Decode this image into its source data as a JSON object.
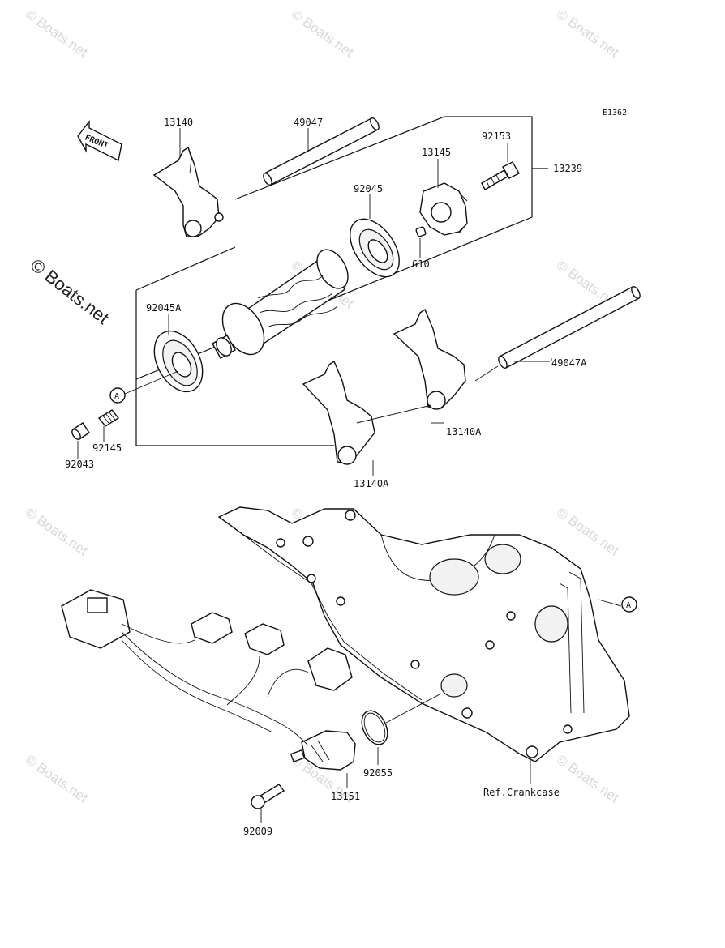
{
  "diagram": {
    "ref_code": "E1362",
    "front_label": "FRONT",
    "ref_circle": "A",
    "watermark": "© Boats.net",
    "part_labels": {
      "p13140": "13140",
      "p49047": "49047",
      "p92153": "92153",
      "p13145": "13145",
      "p13239": "13239",
      "p92045": "92045",
      "p610": "610",
      "p92045A": "92045A",
      "p49047A": "49047A",
      "p13140A_upper": "13140A",
      "p13140A_lower": "13140A",
      "p92145": "92145",
      "p92043": "92043",
      "p92055": "92055",
      "p13151": "13151",
      "p92009": "92009",
      "ref_crankcase": "Ref.Crankcase"
    }
  }
}
